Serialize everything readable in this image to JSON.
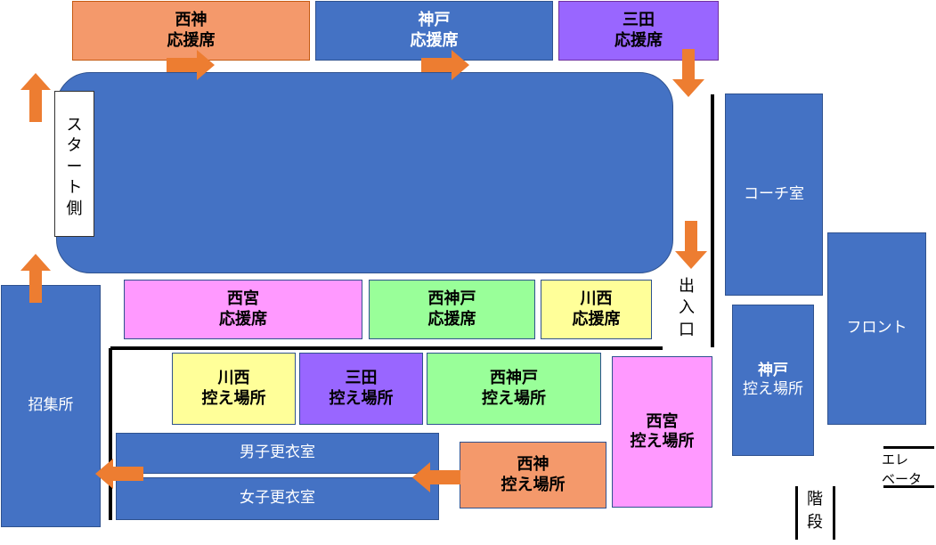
{
  "colors": {
    "blue": "#4472c4",
    "orange": "#f4996b",
    "purple": "#9966ff",
    "pink": "#ff99ff",
    "green": "#99ff99",
    "yellow": "#ffff99",
    "arrow": "#ed7d31"
  },
  "top_seats": {
    "nishijin": [
      "西神",
      "応援席"
    ],
    "kobe": [
      "神戸",
      "応援席"
    ],
    "sanda": [
      "三田",
      "応援席"
    ]
  },
  "track": {
    "start_side": [
      "ス",
      "タ",
      "ー",
      "ト",
      "側"
    ]
  },
  "middle_seats": {
    "nishinomiya": [
      "西宮",
      "応援席"
    ],
    "seishinto": [
      "西神戸",
      "応援席"
    ],
    "kawanishi": [
      "川西",
      "応援席"
    ]
  },
  "exit": [
    "出",
    "入",
    "口"
  ],
  "waiting": {
    "kawanishi": [
      "川西",
      "控え場所"
    ],
    "sanda": [
      "三田",
      "控え場所"
    ],
    "seishinto": [
      "西神戸",
      "控え場所"
    ],
    "nishinomiya": [
      "西宮",
      "控え場所"
    ],
    "nishijin": [
      "西神",
      "控え場所"
    ],
    "kobe": [
      "神戸",
      "控え場所"
    ]
  },
  "rooms": {
    "coach": "コーチ室",
    "front": "フロント",
    "assembly": "招集所",
    "mens_locker": "男子更衣室",
    "womens_locker": "女子更衣室",
    "elevator": [
      "エレ",
      "ベータ"
    ],
    "stairs": [
      "階",
      "段"
    ]
  }
}
